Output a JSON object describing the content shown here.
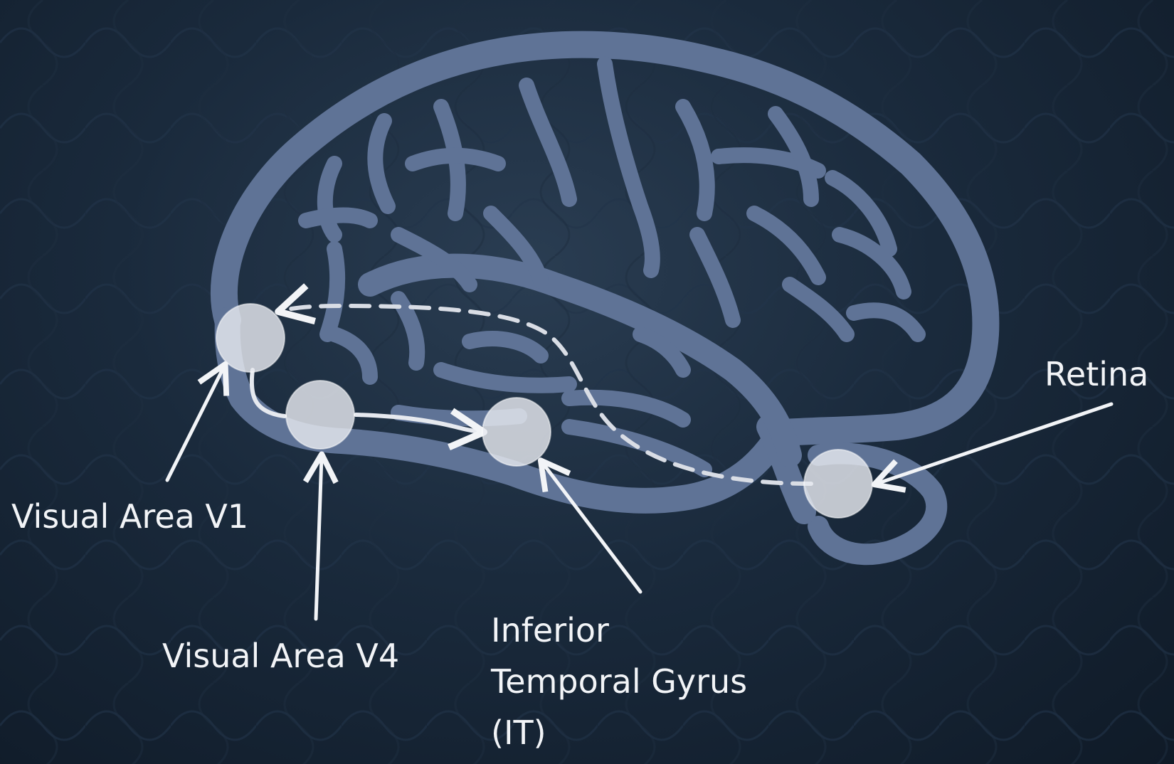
{
  "diagram": {
    "labels": {
      "v1": "Visual Area V1",
      "v4": "Visual Area V4",
      "it": [
        "Inferior",
        "Temporal Gyrus",
        "(IT)"
      ],
      "retina": "Retina"
    },
    "colors": {
      "background": "#13202f",
      "brain_outline": "#5f7396",
      "node_fill": "#e6e9ef",
      "arrow": "#f2f4f7",
      "dashed_path": "#d9dde5",
      "label_text": "#f2f4f7"
    }
  }
}
